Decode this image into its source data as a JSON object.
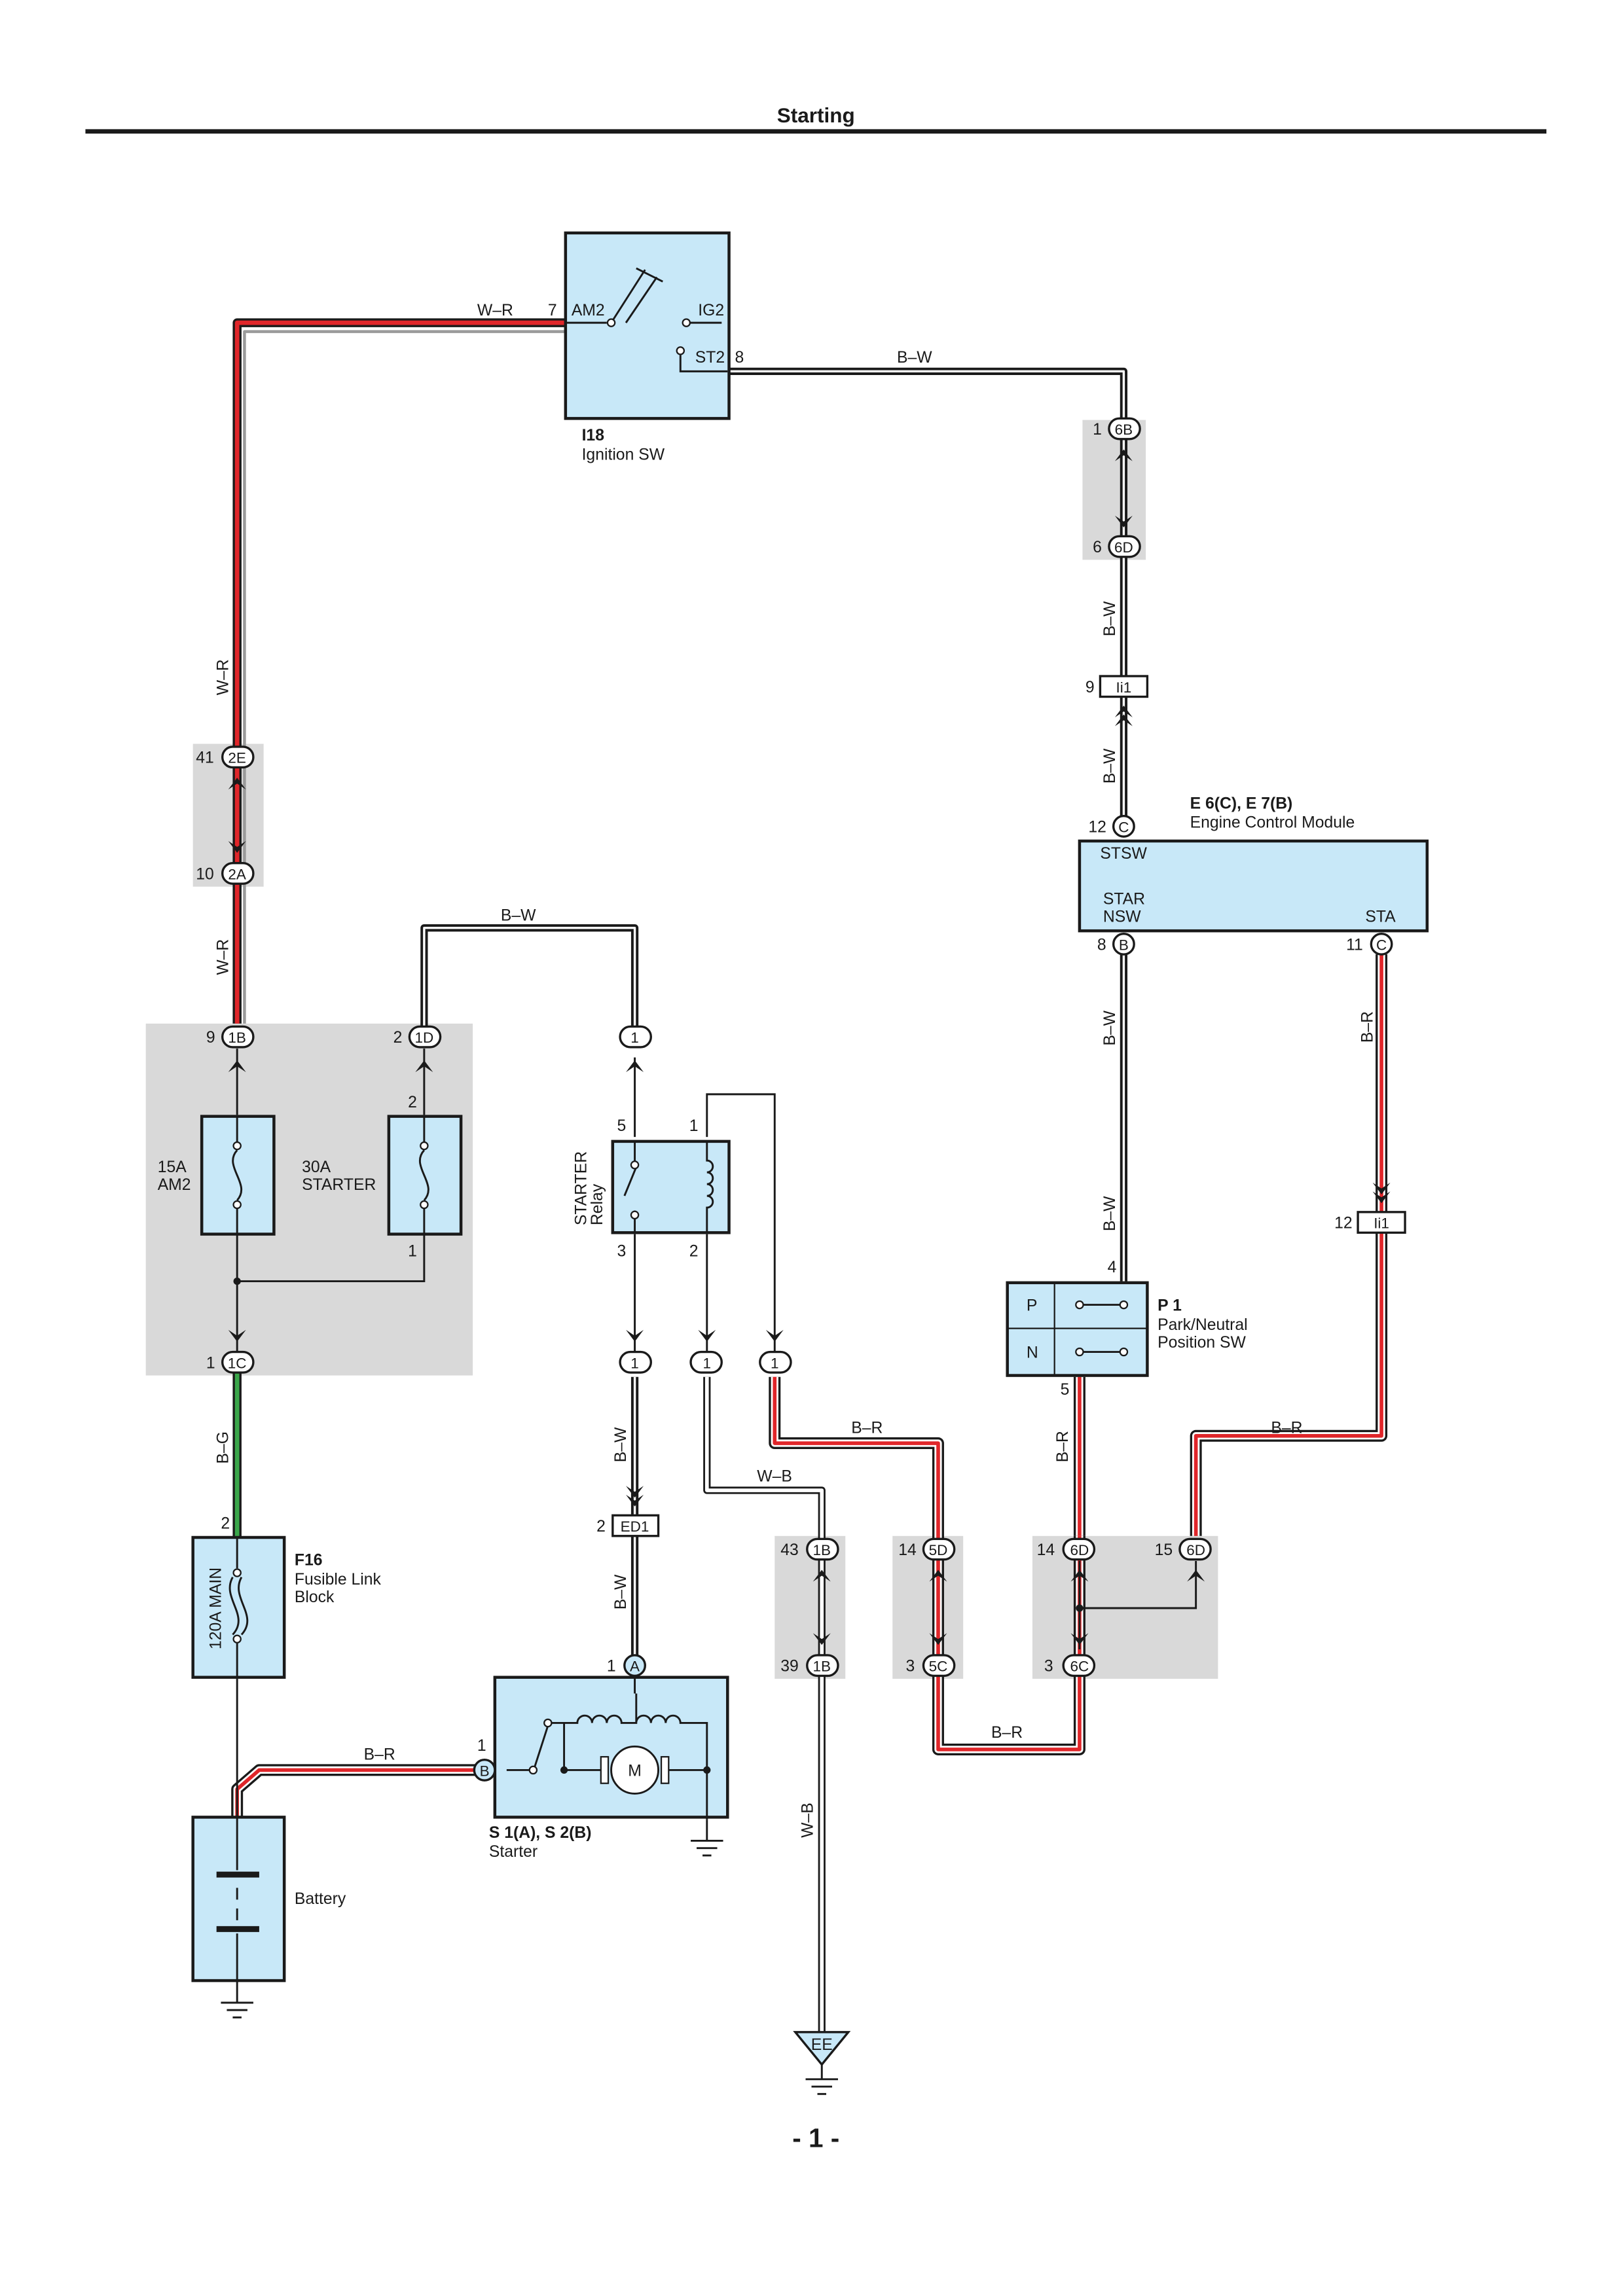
{
  "page": {
    "title": "Starting",
    "page_number": "- 1 -"
  },
  "colors": {
    "component_fill": "#c8e8f8",
    "junction_fill": "#d9d9d9",
    "wire_red": "#e0262a",
    "wire_green": "#3aa64a",
    "wire_black": "#1a1a1a"
  },
  "components": {
    "ignition_sw": {
      "id": "I18",
      "name": "Ignition SW",
      "pin_am2": "AM2",
      "pin_ig2": "IG2",
      "pin_st2": "ST2",
      "pin_am2_no": "7",
      "pin_st2_no": "8"
    },
    "ecm": {
      "id": "E 6(C), E 7(B)",
      "name": "Engine Control Module",
      "stsw": "STSW",
      "star": "STAR",
      "nsw": "NSW",
      "sta": "STA",
      "pin_c12": "12",
      "pin_c12_label": "C",
      "pin_b8": "8",
      "pin_b8_label": "B",
      "pin_c11": "11",
      "pin_c11_label": "C"
    },
    "park_neutral_sw": {
      "id": "P 1",
      "name_line1": "Park/Neutral",
      "name_line2": "Position SW",
      "p": "P",
      "n": "N",
      "pin_top": "4",
      "pin_bottom": "5"
    },
    "starter_relay": {
      "name_line1": "STARTER",
      "name_line2": "Relay",
      "pin5": "5",
      "pin1": "1",
      "pin3": "3",
      "pin2": "2"
    },
    "fuse_am2": {
      "rating": "15A",
      "name": "AM2"
    },
    "fuse_starter": {
      "rating": "30A",
      "name": "STARTER",
      "pin_top": "2",
      "pin_bottom": "1"
    },
    "fusible_link": {
      "id": "F16",
      "name_line1": "Fusible Link",
      "name_line2": "Block",
      "rating": "120A MAIN",
      "pin": "2"
    },
    "starter": {
      "id": "S 1(A), S 2(B)",
      "name": "Starter",
      "motor": "M",
      "pin_a_no": "1",
      "pin_a": "A",
      "pin_b_no": "1",
      "pin_b": "B"
    },
    "battery": {
      "name": "Battery"
    },
    "ground_ee": {
      "label": "EE"
    }
  },
  "connectors": [
    {
      "num": "41",
      "label": "2E"
    },
    {
      "num": "10",
      "label": "2A"
    },
    {
      "num": "1",
      "label": "6B"
    },
    {
      "num": "6",
      "label": "6D"
    },
    {
      "num": "9",
      "label": "Ii1"
    },
    {
      "num": "12",
      "label": "Ii1"
    },
    {
      "num": "9",
      "label": "1B"
    },
    {
      "num": "2",
      "label": "1D"
    },
    {
      "num": "1",
      "label": "1C"
    },
    {
      "num": "2",
      "label": "ED1"
    },
    {
      "num": "43",
      "label": "1B"
    },
    {
      "num": "39",
      "label": "1B"
    },
    {
      "num": "14",
      "label": "5D"
    },
    {
      "num": "3",
      "label": "5C"
    },
    {
      "num": "14",
      "label": "6D"
    },
    {
      "num": "15",
      "label": "6D"
    },
    {
      "num": "3",
      "label": "6C"
    },
    {
      "num": "1",
      "label": "1"
    }
  ],
  "wires": {
    "wr": "W–R",
    "bw": "B–W",
    "br": "B–R",
    "bg": "B–G",
    "wb": "W–B"
  }
}
